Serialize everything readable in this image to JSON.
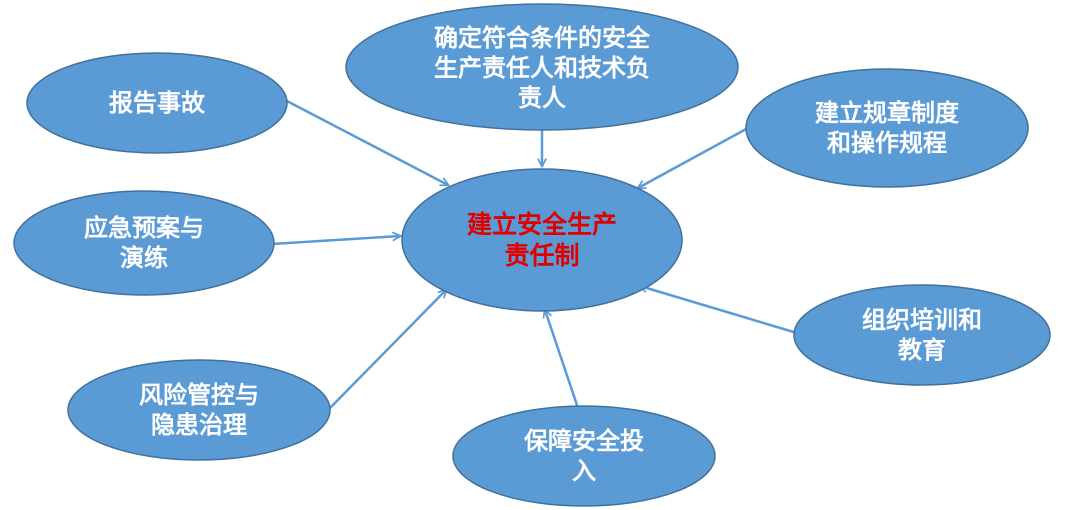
{
  "colors": {
    "node_fill": "#5b9bd5",
    "node_stroke": "#41719c",
    "arrow": "#5b9bd5",
    "center_text": "#e00000",
    "node_text": "#ffffff"
  },
  "center": {
    "label": "建立安全生产\n责任制"
  },
  "nodes": {
    "report": {
      "label": "报告事故"
    },
    "responsible": {
      "label": "确定符合条件的安全\n生产责任人和技术负\n责人"
    },
    "rules": {
      "label": "建立规章制度\n和操作规程"
    },
    "emergency": {
      "label": "应急预案与\n演练"
    },
    "training": {
      "label": "组织培训和\n教育"
    },
    "risk": {
      "label": "风险管控与\n隐患治理"
    },
    "investment": {
      "label": "保障安全投\n入"
    }
  }
}
